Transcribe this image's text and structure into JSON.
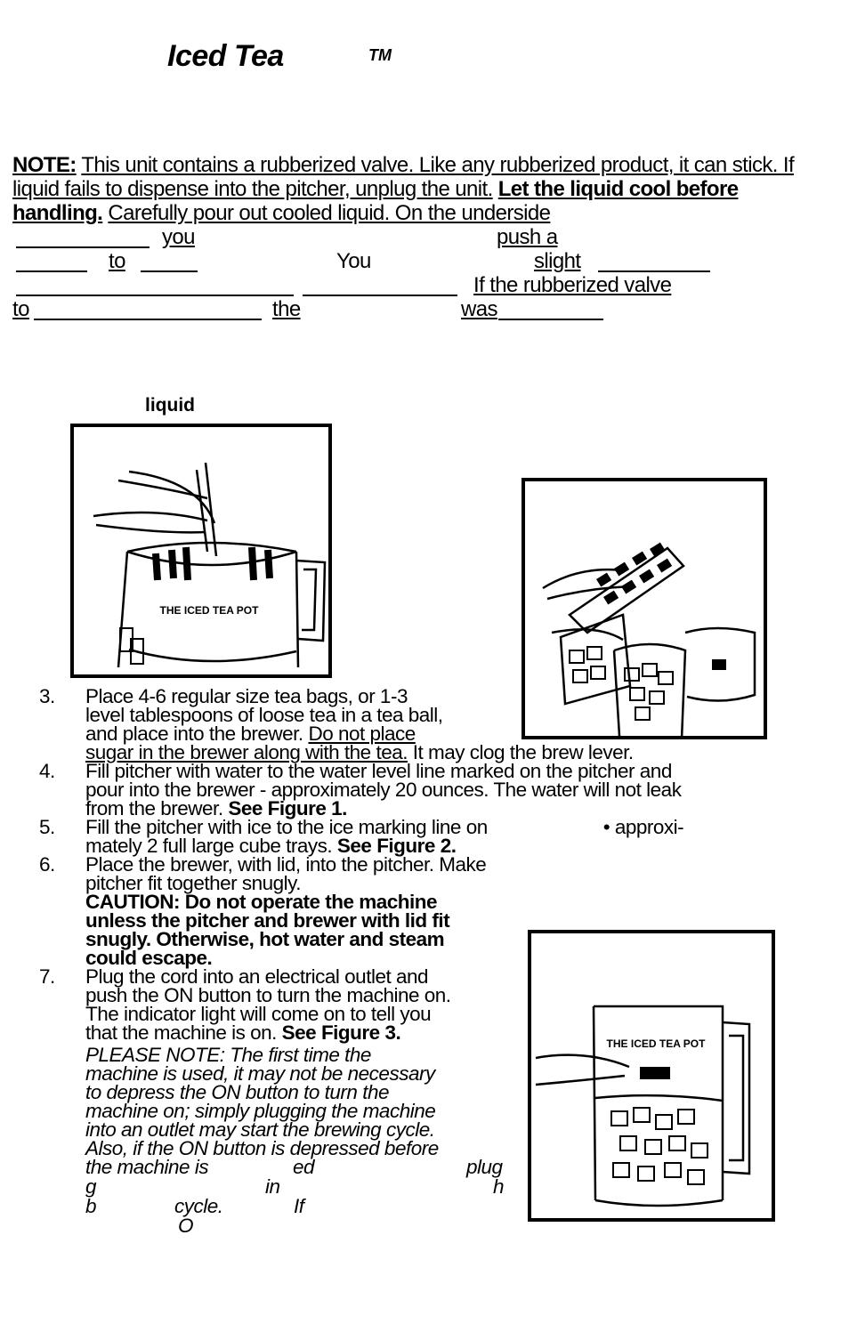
{
  "header": {
    "title": "Iced Tea",
    "tm": "TM"
  },
  "note": {
    "label": "NOTE:",
    "text": "This unit contains a rubberized valve. Like any rubberized product, it can stick. If liquid fails to dispense into the pitcher, unplug the unit.",
    "bold_text": "Let the liquid cool before handling.",
    "text2": "Carefully pour out cooled liquid. On the underside"
  },
  "fragments": {
    "you": "you",
    "push_a": "push a",
    "to": "to",
    "you2": "You",
    "slight": "slight",
    "if_valve": "If the rubberized valve",
    "to2": "to",
    "the": "the",
    "was": "was"
  },
  "section_label": "liquid",
  "figure1": {
    "brand": "THE ICED TEA POT"
  },
  "figure3": {
    "brand": "THE ICED TEA POT"
  },
  "steps": {
    "s3_num": "3.",
    "s3a": "Place 4-6 regular size tea bags, or 1-3",
    "s3b": "level tablespoons of loose tea in a tea ball,",
    "s3c": "and place into the brewer.",
    "s3d": "Do not place",
    "s3e": "sugar in the brewer along with the tea.",
    "s3f": "It may clog the brew lever.",
    "s4_num": "4.",
    "s4a": "Fill pitcher with water to the water level line marked on the pitcher and",
    "s4b": "pour into the brewer - approximately 20 ounces.  The water will not leak",
    "s4c": "from the brewer.",
    "s4d": "See Figure 1.",
    "s5_num": "5.",
    "s5a": "Fill the pitcher with ice to the ice marking line on",
    "s5b": "• approxi-",
    "s5c": "mately 2  full large cube trays.",
    "s5d": "See Figure 2.",
    "s6_num": "6.",
    "s6a": "Place the brewer, with lid, into the pitcher.  Make",
    "s6b": "pitcher fit together snugly.",
    "s6c": "CAUTION: Do not operate the machine",
    "s6d": "unless the pitcher and brewer with lid fit",
    "s6e": "snugly.  Otherwise, hot water and steam",
    "s6f": "could escape.",
    "s7_num": "7.",
    "s7a": "Plug the cord into an electrical outlet and",
    "s7b": "push the ON button to turn the machine on.",
    "s7c": "The indicator light will come on to tell you",
    "s7d": "that the machine is on.",
    "s7e": "See Figure 3.",
    "p1": "PLEASE NOTE:  The first time the",
    "p2": "machine is used, it may not be necessary",
    "p3": "to depress the ON button to turn the",
    "p4": "machine on; simply plugging the machine",
    "p5": "into an outlet may start the brewing cycle.",
    "p6": "Also, if the ON button is depressed before",
    "p7a": "the machine is",
    "p7b": "ed",
    "p7c": "plug",
    "p8a": "g",
    "p8b": "in",
    "p8c": "h",
    "p9a": "b",
    "p9b": "cycle.",
    "p9c": "If",
    "p10": "O"
  }
}
